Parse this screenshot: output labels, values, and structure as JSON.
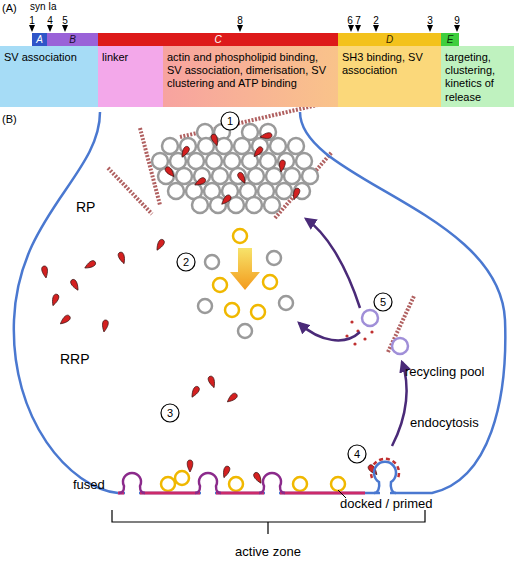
{
  "diagram": {
    "nodes": [
      {
        "text": [
          "A"
        ]
      },
      {
        "text": [
          "B"
        ]
      },
      {
        "text": [
          "C"
        ]
      },
      {
        "text": [
          "D"
        ]
      },
      {
        "text": [
          "E"
        ]
      },
      {
        "text": [
          "SV association"
        ]
      },
      {
        "text": [
          "linker"
        ]
      },
      {
        "text": [
          "actin and phospholipid binding, SV association, dimerisation, SV clustering and ATP binding"
        ]
      },
      {
        "text": [
          "SH3 binding, SV association"
        ]
      },
      {
        "text": [
          "targeting, clustering, kinetics of release"
        ]
      }
    ],
    "labels": [
      "(A)",
      "1",
      "syn Ia",
      "4",
      "5",
      "8",
      "6",
      "7",
      "2",
      "3",
      "9",
      "(B)",
      "1",
      "RP",
      "2",
      "5",
      "RRP",
      "recycling pool",
      "3",
      "endocytosis",
      "4",
      "fused",
      "docked / primed",
      "active zone"
    ]
  }
}
